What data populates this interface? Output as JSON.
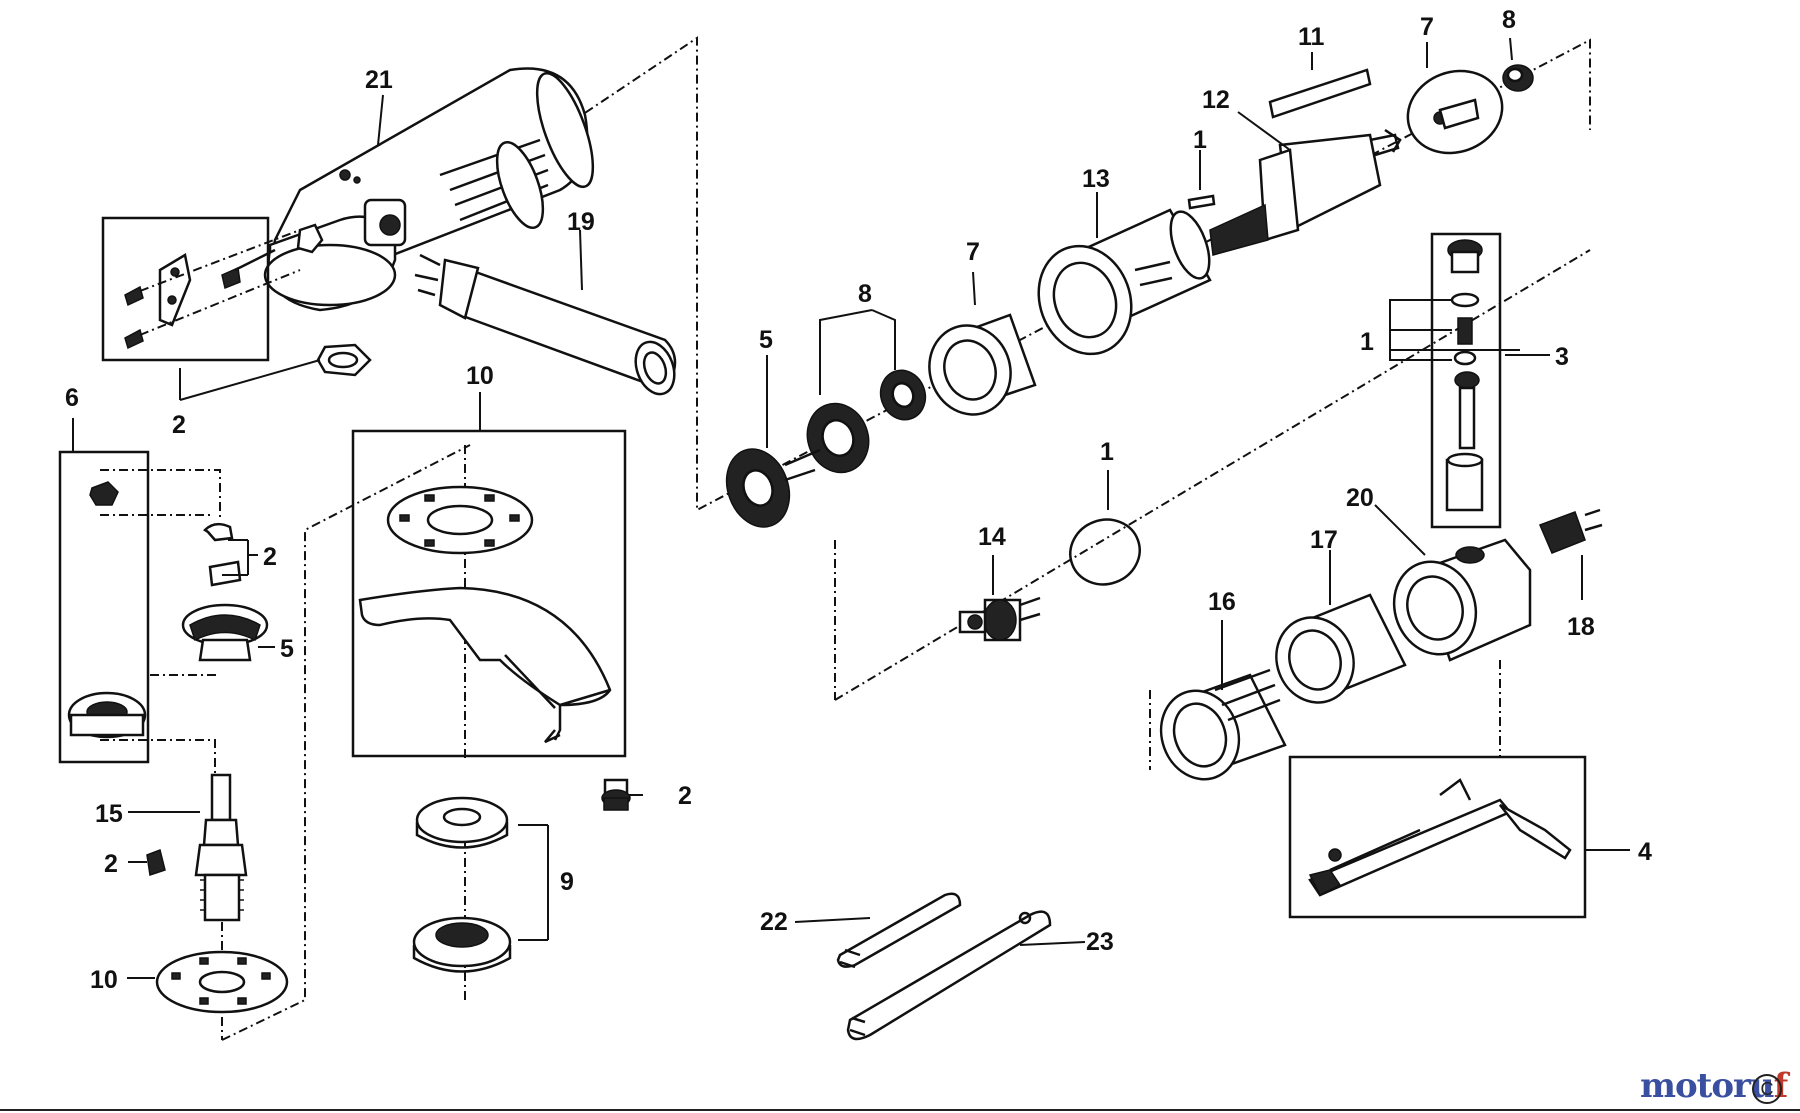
{
  "diagram": {
    "labels": [
      {
        "id": "l21",
        "text": "21"
      },
      {
        "id": "l19",
        "text": "19"
      },
      {
        "id": "l2a",
        "text": "2"
      },
      {
        "id": "l6",
        "text": "6"
      },
      {
        "id": "l2b",
        "text": "2"
      },
      {
        "id": "l5a",
        "text": "5"
      },
      {
        "id": "l10a",
        "text": "10"
      },
      {
        "id": "l2c",
        "text": "2"
      },
      {
        "id": "l9",
        "text": "9"
      },
      {
        "id": "l15",
        "text": "15"
      },
      {
        "id": "l2d",
        "text": "2"
      },
      {
        "id": "l10b",
        "text": "10"
      },
      {
        "id": "l11",
        "text": "11"
      },
      {
        "id": "l7a",
        "text": "7"
      },
      {
        "id": "l8a",
        "text": "8"
      },
      {
        "id": "l12",
        "text": "12"
      },
      {
        "id": "l1a",
        "text": "1"
      },
      {
        "id": "l13",
        "text": "13"
      },
      {
        "id": "l7b",
        "text": "7"
      },
      {
        "id": "l8b",
        "text": "8"
      },
      {
        "id": "l5b",
        "text": "5"
      },
      {
        "id": "l3",
        "text": "3"
      },
      {
        "id": "l1b",
        "text": "1"
      },
      {
        "id": "l1c",
        "text": "1"
      },
      {
        "id": "l20",
        "text": "20"
      },
      {
        "id": "l17",
        "text": "17"
      },
      {
        "id": "l14",
        "text": "14"
      },
      {
        "id": "l16",
        "text": "16"
      },
      {
        "id": "l18",
        "text": "18"
      },
      {
        "id": "l4",
        "text": "4"
      },
      {
        "id": "l22",
        "text": "22"
      },
      {
        "id": "l23",
        "text": "23"
      }
    ]
  },
  "watermark": {
    "part1": "motoru",
    "part2": "f",
    "corner": "C"
  }
}
